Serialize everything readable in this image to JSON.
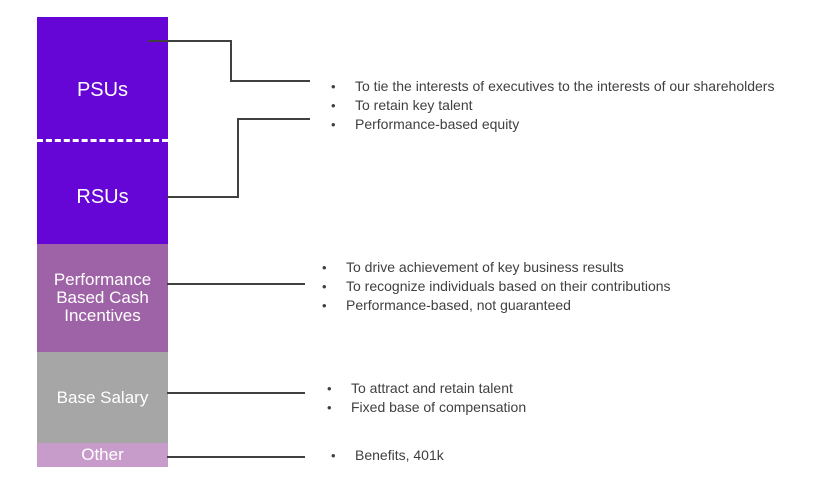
{
  "bar": {
    "segments": [
      {
        "label": "PSUs",
        "color": "#6606D6"
      },
      {
        "label": "RSUs",
        "color": "#6606D6"
      },
      {
        "label": "Performance Based Cash Incentives",
        "color": "#9E63A6"
      },
      {
        "label": "Base Salary",
        "color": "#A6A6A6"
      },
      {
        "label": "Other",
        "color": "#C79CCB"
      }
    ],
    "divider": "white dashed line between PSUs and RSUs"
  },
  "callouts": [
    {
      "for": "PSUs / RSUs",
      "items": [
        "To tie the interests of executives to the interests of our shareholders",
        "To retain key talent",
        "Performance-based equity"
      ]
    },
    {
      "for": "Performance Based Cash Incentives",
      "items": [
        "To drive achievement of key business results",
        "To recognize individuals based on their contributions",
        "Performance-based, not guaranteed"
      ]
    },
    {
      "for": "Base Salary",
      "items": [
        "To attract and retain talent",
        "Fixed base of compensation"
      ]
    },
    {
      "for": "Other",
      "items": [
        "Benefits, 401k"
      ]
    }
  ],
  "colors": {
    "connector_line": "#404040",
    "bullet_text": "#404040",
    "background": "#FFFFFF",
    "segment_label_text": "#FFFFFF"
  }
}
